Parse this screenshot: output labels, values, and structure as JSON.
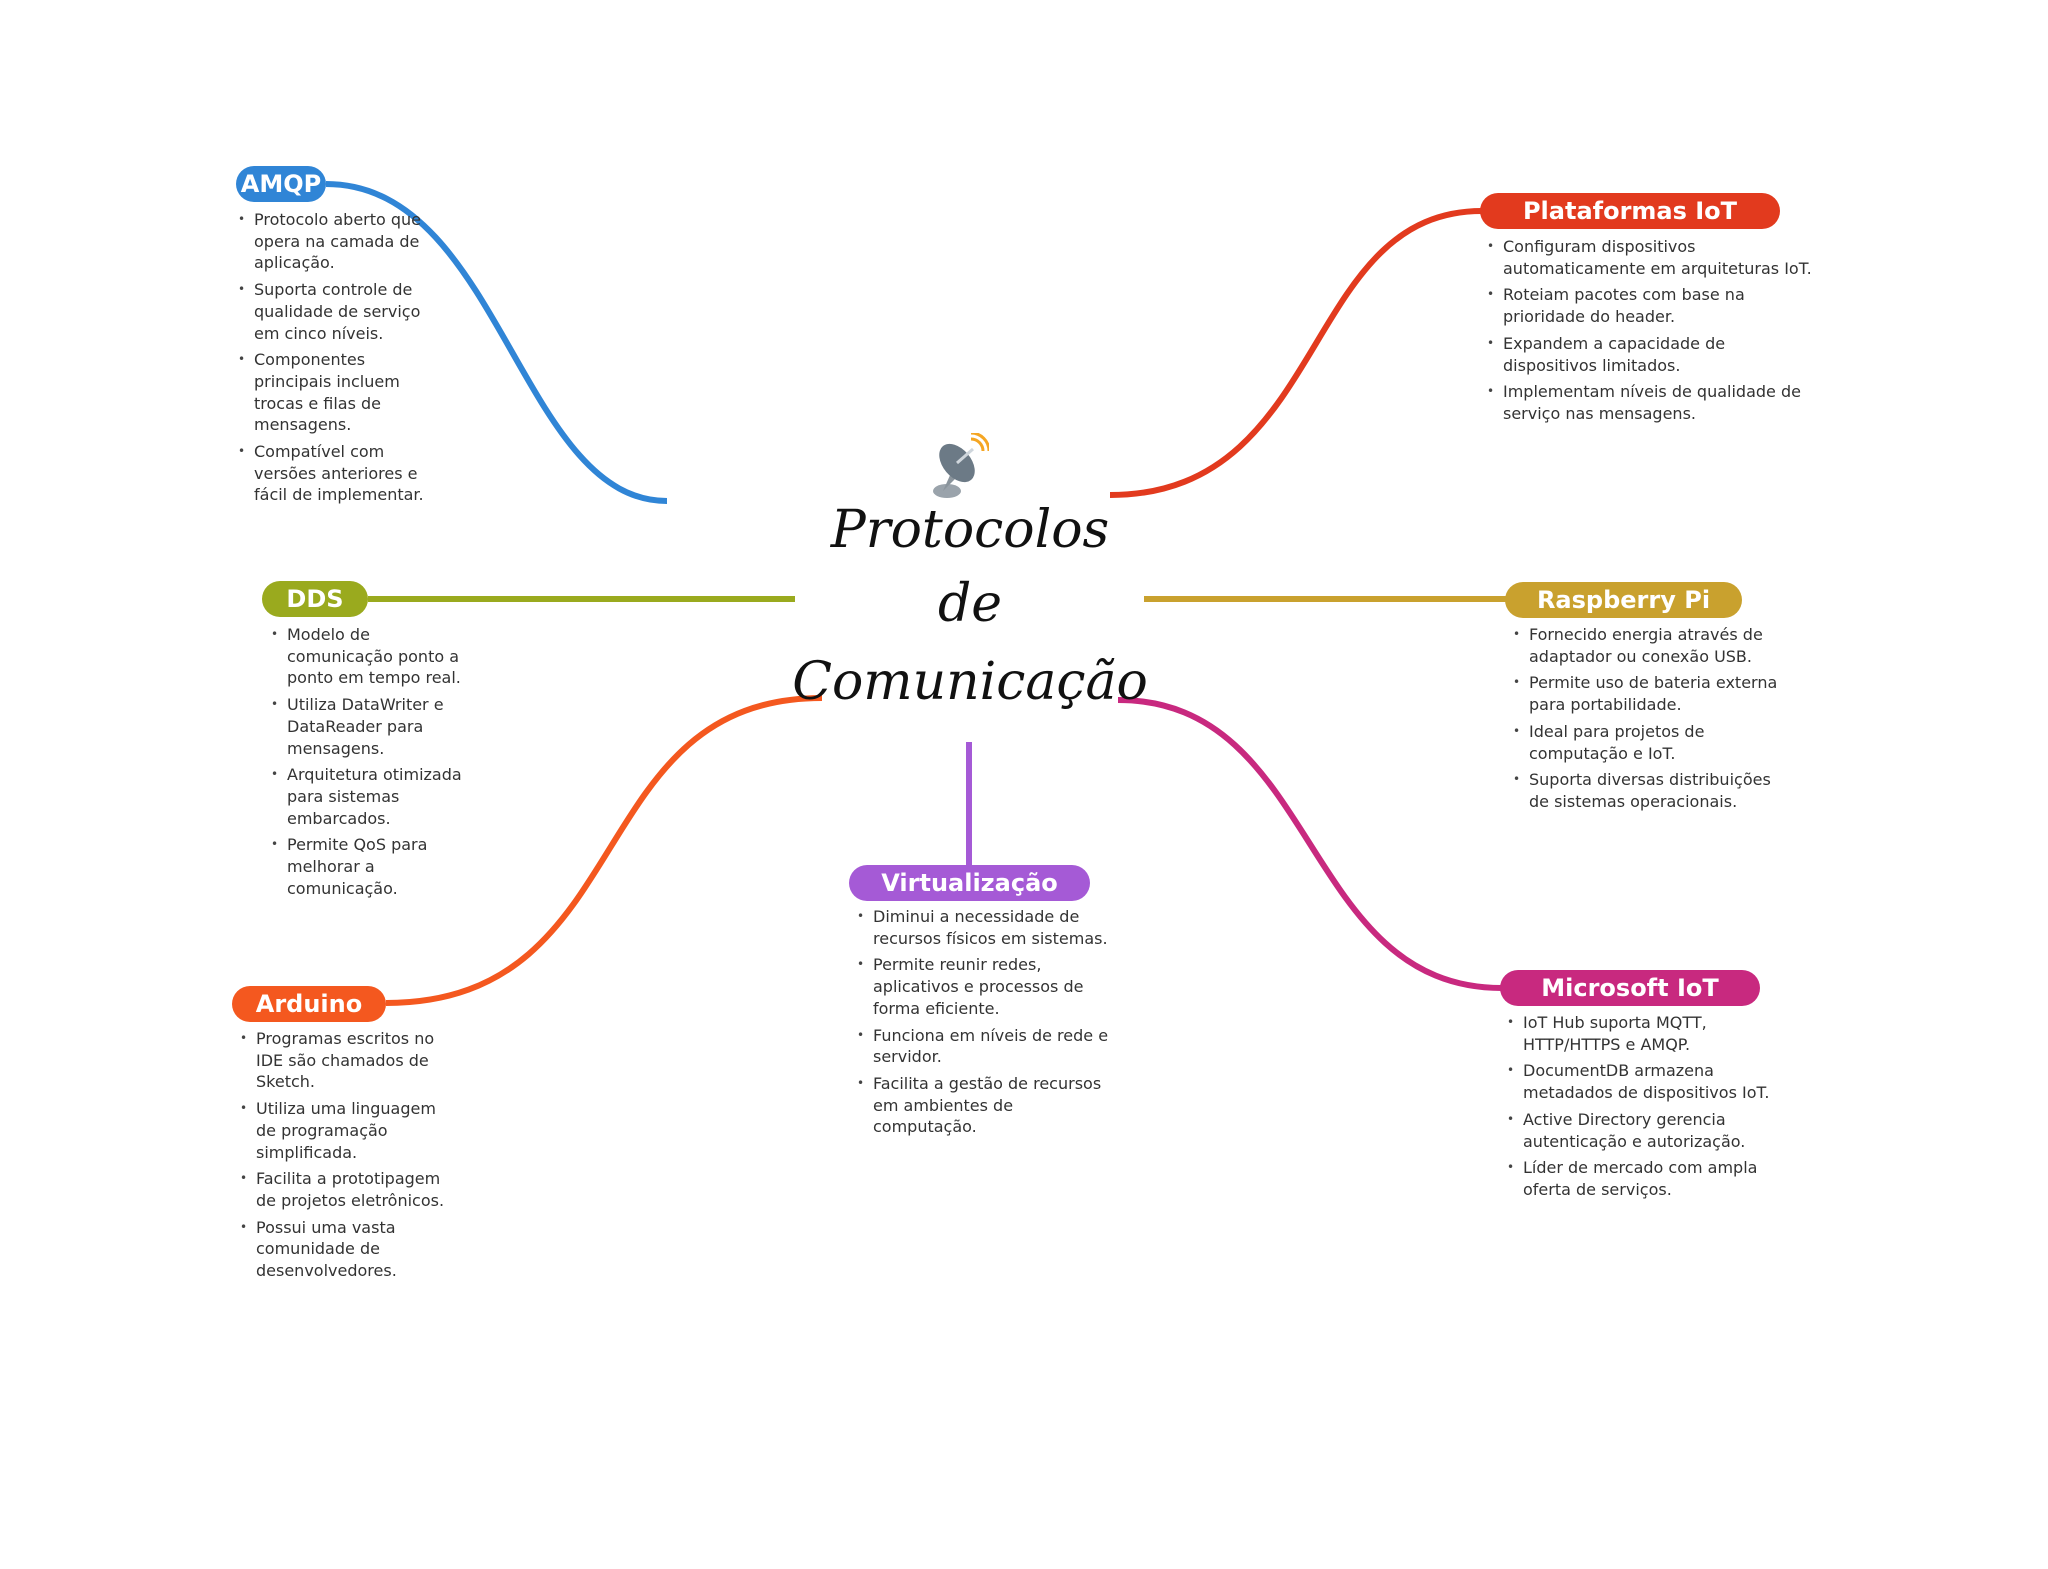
{
  "central": {
    "title_lines": [
      "Protocolos",
      "de",
      "Comunicação"
    ],
    "icon": "satellite-antenna-icon"
  },
  "colors": {
    "amqp": "#3085D6",
    "dds": "#9AAA1E",
    "arduino": "#F4581F",
    "plataformas": "#E23A1E",
    "raspberry": "#C9A12E",
    "microsoft": "#C8297F",
    "virtualizacao": "#A55AD6"
  },
  "branches": {
    "amqp": {
      "label": "AMQP",
      "items": [
        "Protocolo aberto que opera na camada de aplicação.",
        "Suporta controle de qualidade de serviço em cinco níveis.",
        "Componentes principais incluem trocas e filas de mensagens.",
        "Compatível com versões anteriores e fácil de implementar."
      ]
    },
    "dds": {
      "label": "DDS",
      "items": [
        "Modelo de comunicação ponto a ponto em tempo real.",
        "Utiliza DataWriter e DataReader para mensagens.",
        "Arquitetura otimizada para sistemas embarcados.",
        "Permite QoS para melhorar a comunicação."
      ]
    },
    "arduino": {
      "label": "Arduino",
      "items": [
        "Programas escritos no IDE são chamados de Sketch.",
        "Utiliza uma linguagem de programação simplificada.",
        "Facilita a prototipagem de projetos eletrônicos.",
        "Possui uma vasta comunidade de desenvolvedores."
      ]
    },
    "plataformas": {
      "label": "Plataformas IoT",
      "items": [
        "Configuram dispositivos automaticamente em arquiteturas IoT.",
        "Roteiam pacotes com base na prioridade do header.",
        "Expandem a capacidade de dispositivos limitados.",
        "Implementam níveis de qualidade de serviço nas mensagens."
      ]
    },
    "raspberry": {
      "label": "Raspberry Pi",
      "items": [
        "Fornecido energia através de adaptador ou conexão USB.",
        "Permite uso de bateria externa para portabilidade.",
        "Ideal para projetos de computação e IoT.",
        "Suporta diversas distribuições de sistemas operacionais."
      ]
    },
    "microsoft": {
      "label": "Microsoft IoT",
      "items": [
        "IoT Hub suporta MQTT, HTTP/HTTPS e AMQP.",
        "DocumentDB armazena metadados de dispositivos IoT.",
        "Active Directory gerencia autenticação e autorização.",
        "Líder de mercado com ampla oferta de serviços."
      ]
    },
    "virtualizacao": {
      "label": "Virtualização",
      "items": [
        "Diminui a necessidade de recursos físicos em sistemas.",
        "Permite reunir redes, aplicativos e processos de forma eficiente.",
        "Funciona em níveis de rede e servidor.",
        "Facilita a gestão de recursos em ambientes de computação."
      ]
    }
  }
}
